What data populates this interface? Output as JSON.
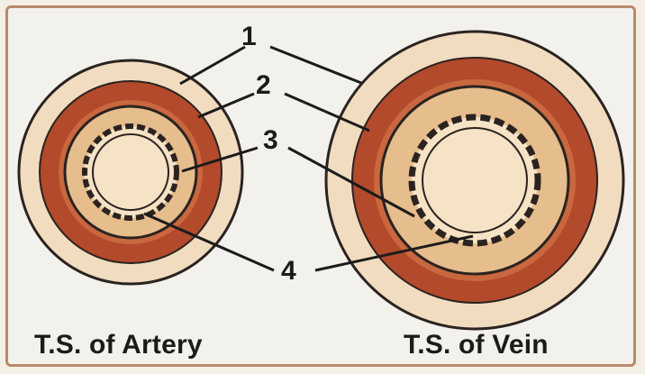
{
  "labels": {
    "l1": "1",
    "l2": "2",
    "l3": "3",
    "l4": "4"
  },
  "captions": {
    "artery": "T.S. of Artery",
    "vein": "T.S. of Vein"
  },
  "colors": {
    "outer_layer": "#f1dcc0",
    "muscle_layer": "#b34a2c",
    "middle_layer": "#e6bd8c",
    "inner_lining": "#f6e2c5",
    "outline": "#2a2320",
    "frame": "#b98a6a"
  }
}
